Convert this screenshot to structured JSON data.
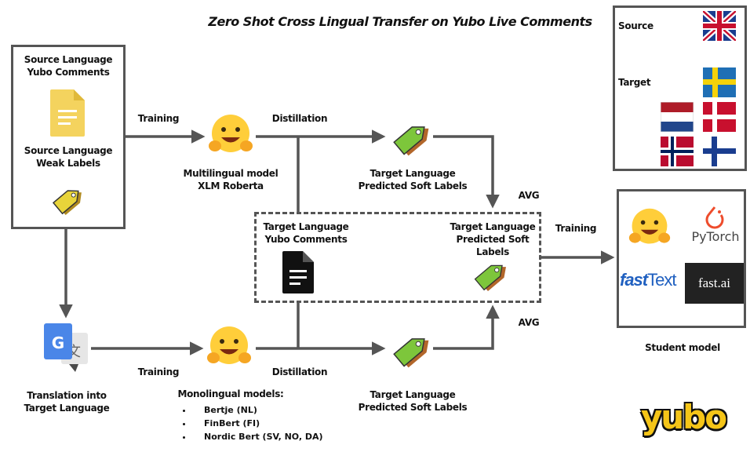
{
  "title": "Zero Shot Cross Lingual Transfer on Yubo Live Comments",
  "source_box": {
    "comments_line1": "Source Language",
    "comments_line2": "Yubo Comments",
    "labels_line1": "Source Language",
    "labels_line2": "Weak Labels"
  },
  "edges": {
    "training_top": "Training",
    "distillation_top": "Distillation",
    "training_bottom": "Training",
    "distillation_bottom": "Distillation",
    "avg_top": "AVG",
    "avg_bottom": "AVG",
    "training_student": "Training"
  },
  "multilingual": {
    "line1": "Multilingual model",
    "line2": "XLM Roberta"
  },
  "top_soft": {
    "line1": "Target Language",
    "line2": "Predicted Soft Labels"
  },
  "bottom_soft": {
    "line1": "Target Language",
    "line2": "Predicted Soft Labels"
  },
  "center_box": {
    "comments_line1": "Target Language",
    "comments_line2": "Yubo Comments",
    "soft_line1": "Target Language",
    "soft_line2": "Predicted Soft Labels"
  },
  "translation": {
    "line1": "Translation into",
    "line2": "Target Language"
  },
  "monolingual": {
    "heading": "Monolingual models:",
    "items": [
      "Bertje (NL)",
      "FinBert (FI)",
      "Nordic Bert (SV, NO, DA)"
    ]
  },
  "legend": {
    "source": "Source",
    "target": "Target"
  },
  "student": {
    "caption": "Student model",
    "pytorch": "PyTorch",
    "fasttext_a": "fast",
    "fasttext_b": "Text",
    "fastai": "fast.ai"
  },
  "brand": "yubo",
  "icons": {
    "document": "document-icon",
    "tag": "tag-icon",
    "hug": "hugging-face-icon",
    "translate": "google-translate-icon"
  },
  "colors": {
    "line": "#555555",
    "doc_yellow": "#f4d35e",
    "tag_yellow": "#e8d43a",
    "tag_green": "#7dc63b",
    "hug": "#ffce3a",
    "yubo": "#f5c518",
    "pytorch": "#ee4c2c",
    "fasttext_blue": "#2060c0"
  }
}
